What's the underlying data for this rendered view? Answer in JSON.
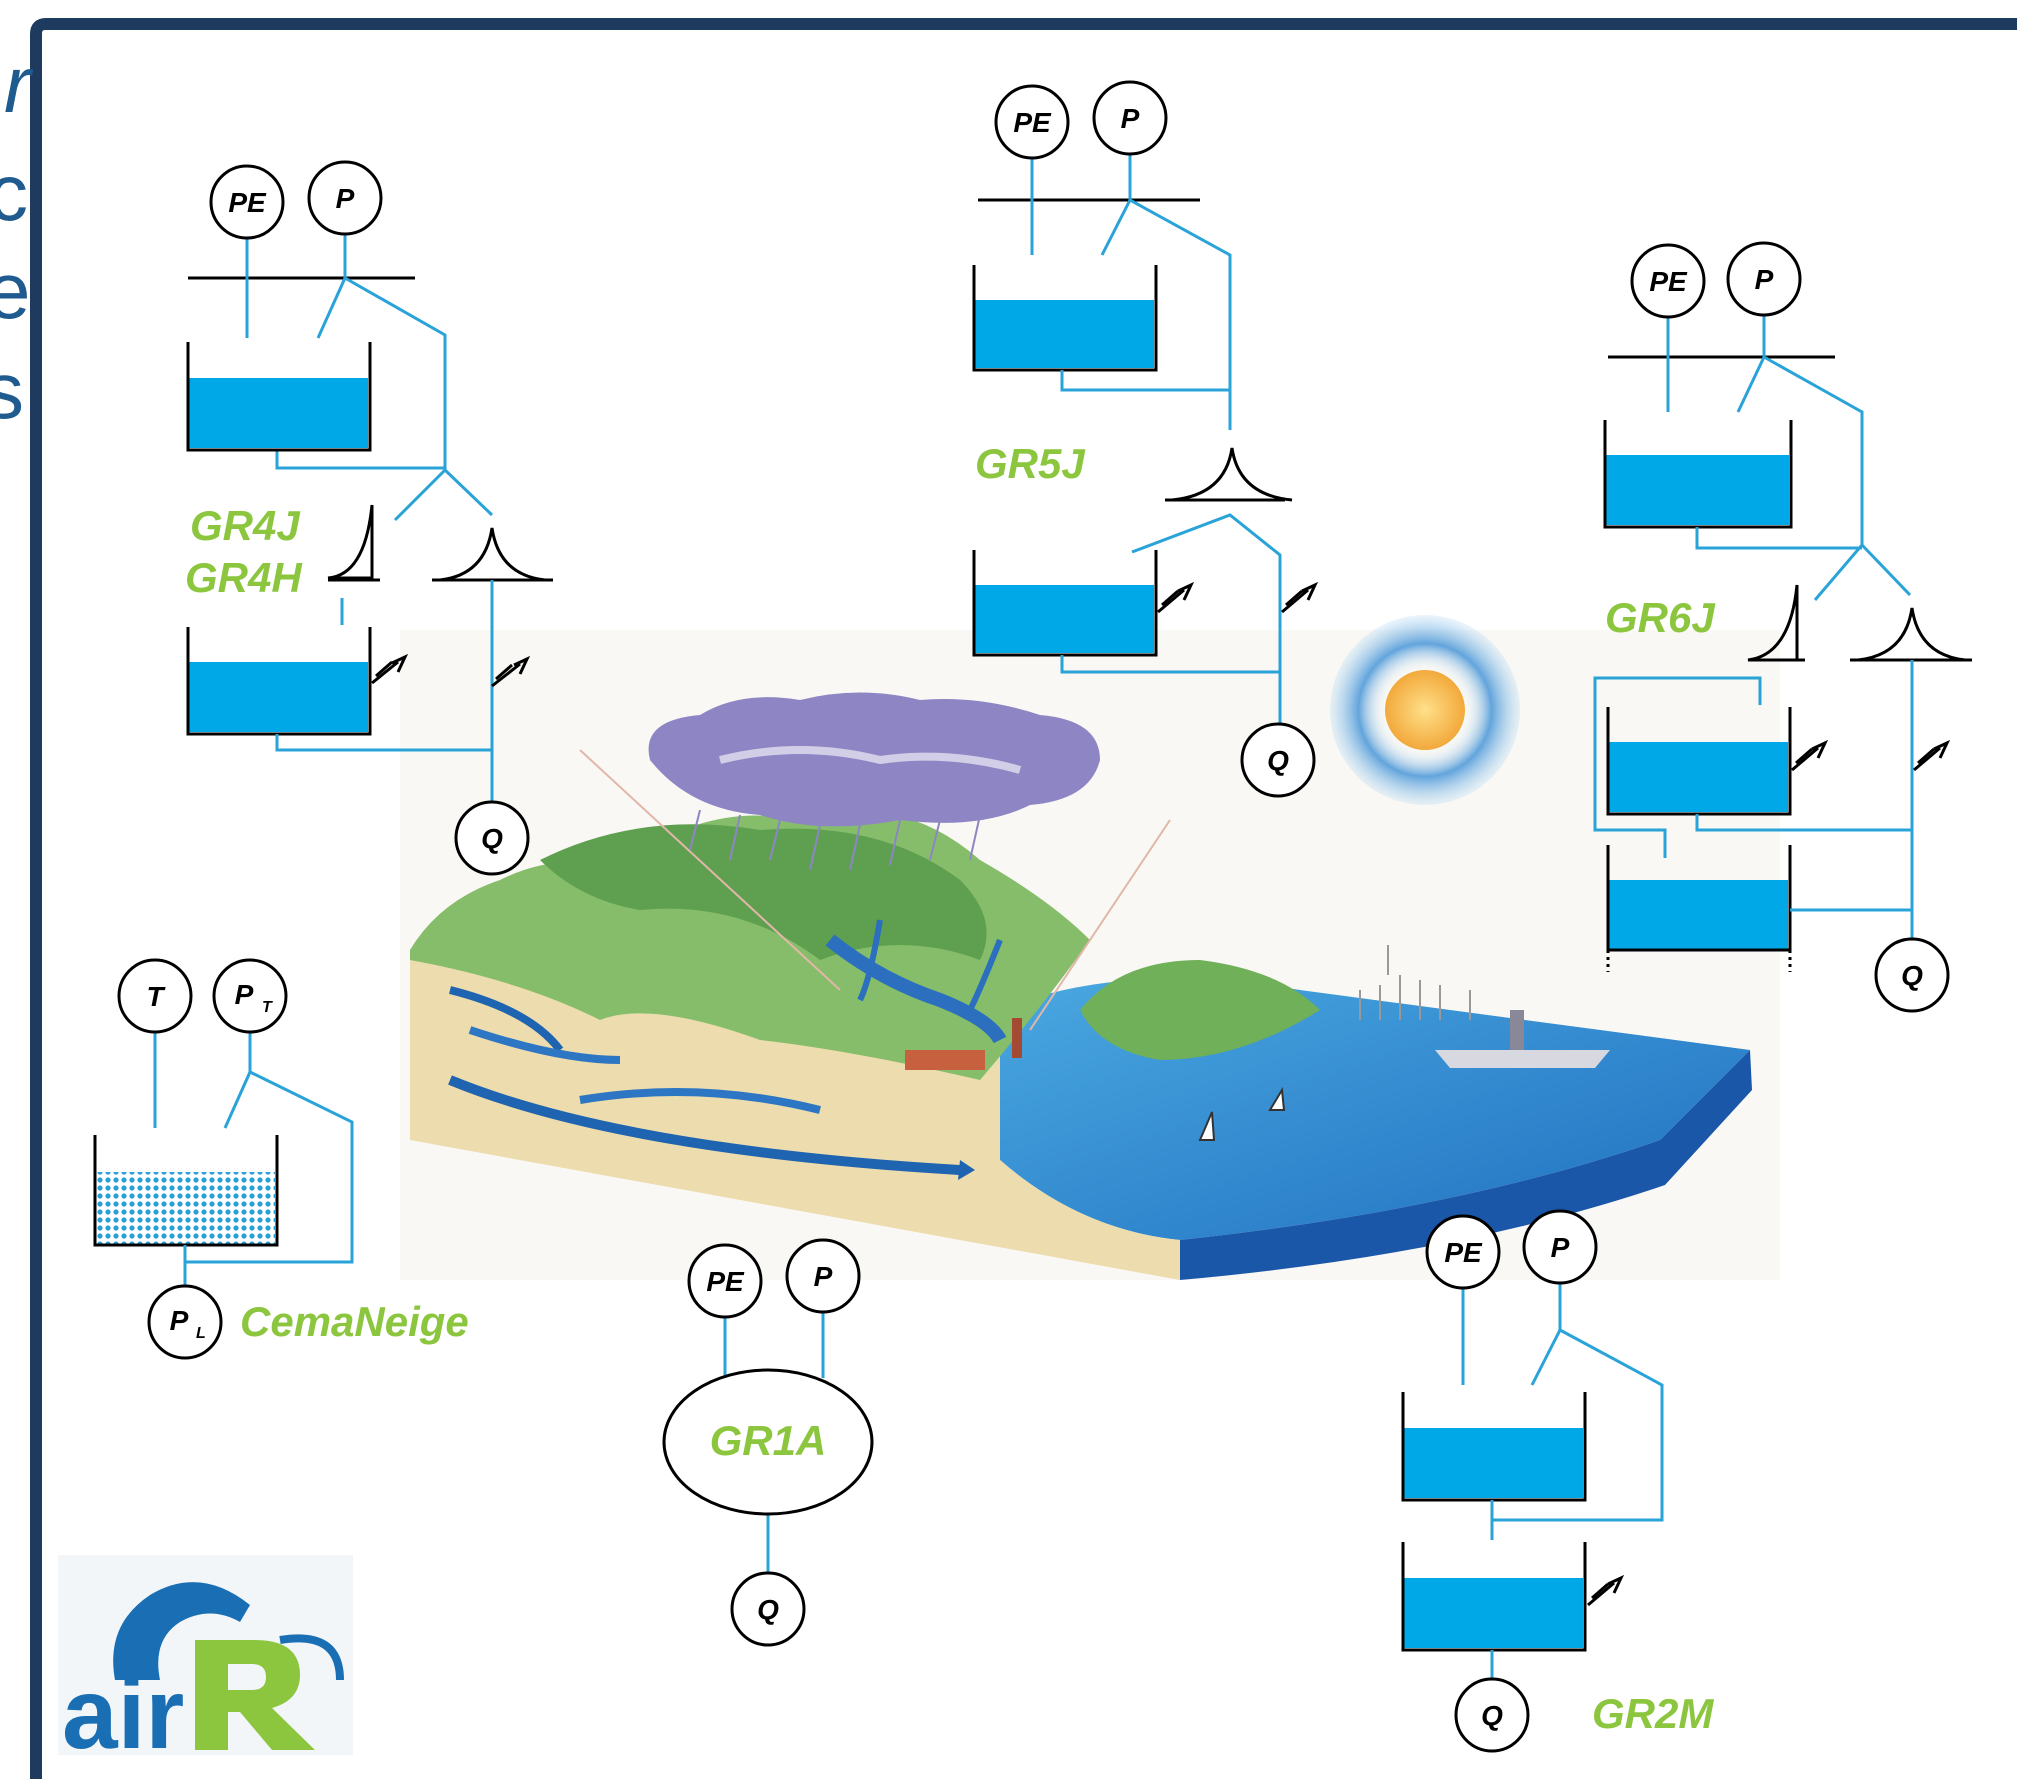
{
  "colors": {
    "frame": "#1f3a5f",
    "water": "#00a8e8",
    "flow": "#29a3d8",
    "model_label": "#8cc63f",
    "side_text": "#1f5b8f",
    "logo_blue": "#1a6fb4",
    "logo_green": "#8cc63f"
  },
  "side_text": {
    "l1": "r",
    "l2": "c",
    "l3": "e",
    "l4": "s"
  },
  "gr4": {
    "label1": "GR4J",
    "label2": "GR4H",
    "pe": "PE",
    "p": "P",
    "q": "Q"
  },
  "gr5": {
    "label": "GR5J",
    "pe": "PE",
    "p": "P",
    "q": "Q"
  },
  "gr6": {
    "label": "GR6J",
    "pe": "PE",
    "p": "P",
    "q": "Q"
  },
  "snow": {
    "label": "CemaNeige",
    "t": "T",
    "pt": "P",
    "pt_sub": "T",
    "pl": "P",
    "pl_sub": "L"
  },
  "gr1a": {
    "label": "GR1A",
    "pe": "PE",
    "p": "P",
    "q": "Q"
  },
  "gr2m": {
    "label": "GR2M",
    "pe": "PE",
    "p": "P",
    "q": "Q"
  },
  "logo": {
    "text": "air",
    "letters": "GR",
    "icon": "airGR-logo"
  },
  "illustration": {
    "icon": "watershed-landscape-illustration"
  }
}
